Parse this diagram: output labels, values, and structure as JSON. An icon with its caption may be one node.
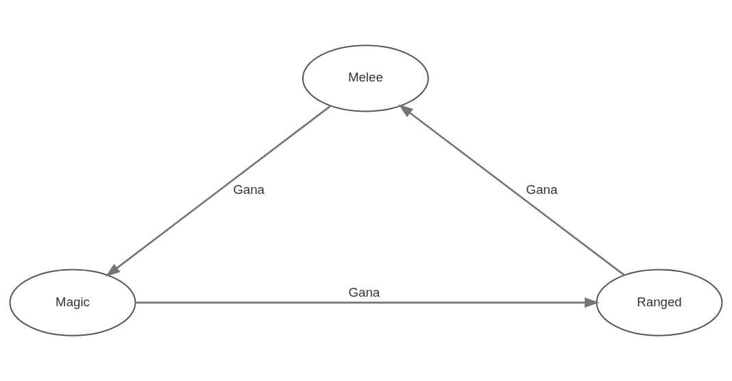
{
  "diagram": {
    "nodes": [
      {
        "text": [
          "Melee"
        ]
      },
      {
        "text": [
          "Magic"
        ]
      },
      {
        "text": [
          "Ranged"
        ]
      }
    ],
    "edges": [
      {
        "from": 0,
        "to": 1,
        "arrow": "to",
        "label": "Gana"
      },
      {
        "from": 1,
        "to": 2,
        "arrow": "to",
        "label": "Gana"
      },
      {
        "from": 2,
        "to": 0,
        "arrow": "to",
        "label": "Gana"
      }
    ]
  }
}
